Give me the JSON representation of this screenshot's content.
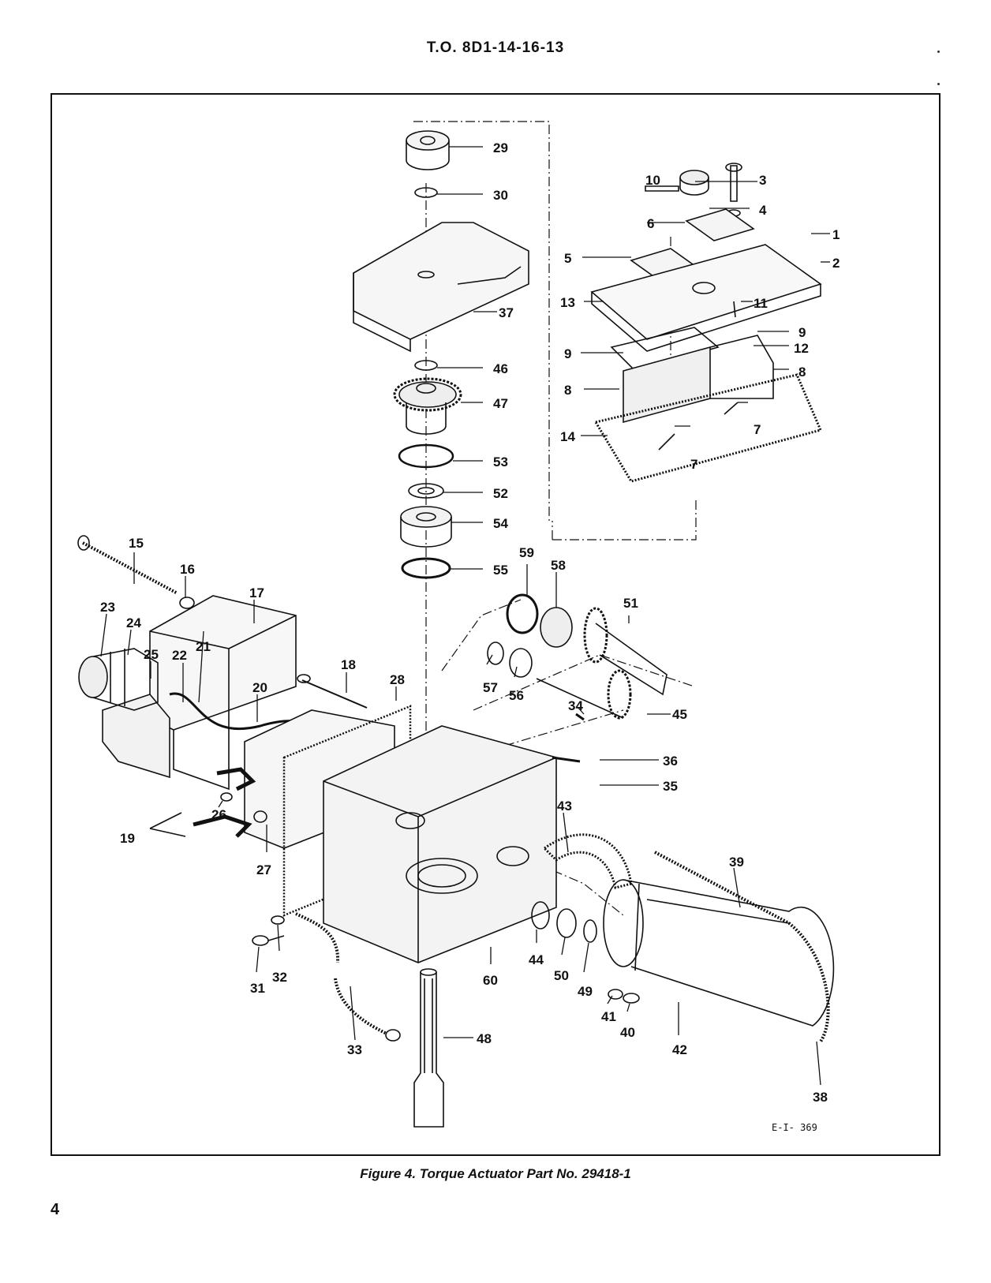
{
  "header": {
    "doc_number": "T.O. 8D1-14-16-13"
  },
  "figure": {
    "caption": "Figure 4. Torque Actuator Part No. 29418-1",
    "drawing_number": "E-I- 369",
    "callouts": [
      "1",
      "2",
      "3",
      "4",
      "5",
      "6",
      "7",
      "7",
      "8",
      "8",
      "9",
      "9",
      "10",
      "11",
      "12",
      "13",
      "14",
      "15",
      "16",
      "17",
      "18",
      "19",
      "20",
      "21",
      "22",
      "23",
      "24",
      "25",
      "26",
      "27",
      "28",
      "29",
      "30",
      "31",
      "32",
      "33",
      "34",
      "35",
      "36",
      "37",
      "38",
      "39",
      "40",
      "41",
      "42",
      "43",
      "44",
      "45",
      "46",
      "47",
      "48",
      "49",
      "50",
      "51",
      "52",
      "53",
      "54",
      "55",
      "56",
      "57",
      "58",
      "59",
      "60"
    ]
  },
  "footer": {
    "page_number": "4"
  }
}
